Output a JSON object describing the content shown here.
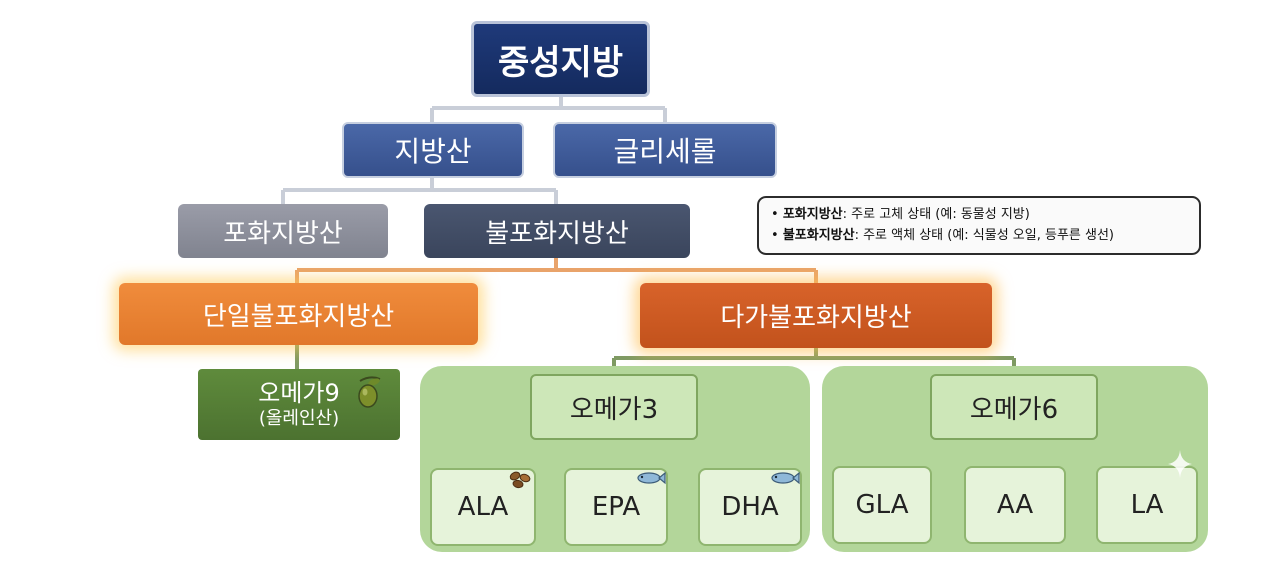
{
  "root": "중성지방",
  "level1": {
    "fatty_acid": "지방산",
    "glycerol": "글리세롤"
  },
  "level2": {
    "saturated": "포화지방산",
    "unsaturated": "불포화지방산"
  },
  "level3": {
    "mono": "단일불포화지방산",
    "poly": "다가불포화지방산"
  },
  "omega9": {
    "title": "오메가9",
    "subtitle": "(올레인산)"
  },
  "omega3": {
    "title": "오메가3",
    "children": [
      "ALA",
      "EPA",
      "DHA"
    ]
  },
  "omega6": {
    "title": "오메가6",
    "children": [
      "GLA",
      "AA",
      "LA"
    ]
  },
  "legend": [
    {
      "term": "포화지방산",
      "desc": ": 주로 고체 상태 (예: 동물성 지방)"
    },
    {
      "term": "불포화지방산",
      "desc": ": 주로 액체 상태 (예: 식물성 오일, 등푸른 생선)"
    }
  ],
  "icons": {
    "omega9": "olive-icon",
    "ALA": "seeds-icon",
    "EPA": "fish-icon",
    "DHA": "fish-icon"
  },
  "colors": {
    "navy": "#142a5e",
    "blue": "#3f5c9a",
    "grey": "#8a8c98",
    "slate": "#414d66",
    "orange_light": "#e8812f",
    "orange_dark": "#cf5a22",
    "olive": "#557c36",
    "green_group": "#b3d69a"
  }
}
